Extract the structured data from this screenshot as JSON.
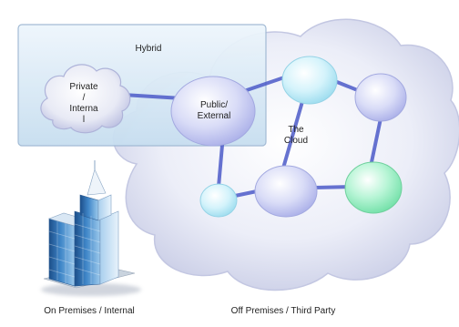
{
  "diagram": {
    "hybrid_label": "Hybrid",
    "private_label_lines": [
      "Private",
      "/",
      "Interna",
      "l"
    ],
    "public_label_lines": [
      "Public/",
      "External"
    ],
    "cloud_label_lines": [
      "The",
      "Cloud"
    ],
    "on_premises_caption": "On Premises / Internal",
    "off_premises_caption": "Off Premises / Third Party"
  },
  "colors": {
    "cloud_fill": "#e4e7f6",
    "hybrid_box": "#cfe4f3",
    "node_lavender": "#c9cdf3",
    "node_cyan": "#c6eef8",
    "node_green": "#9ef0c4",
    "connector": "#4d5bc9"
  }
}
